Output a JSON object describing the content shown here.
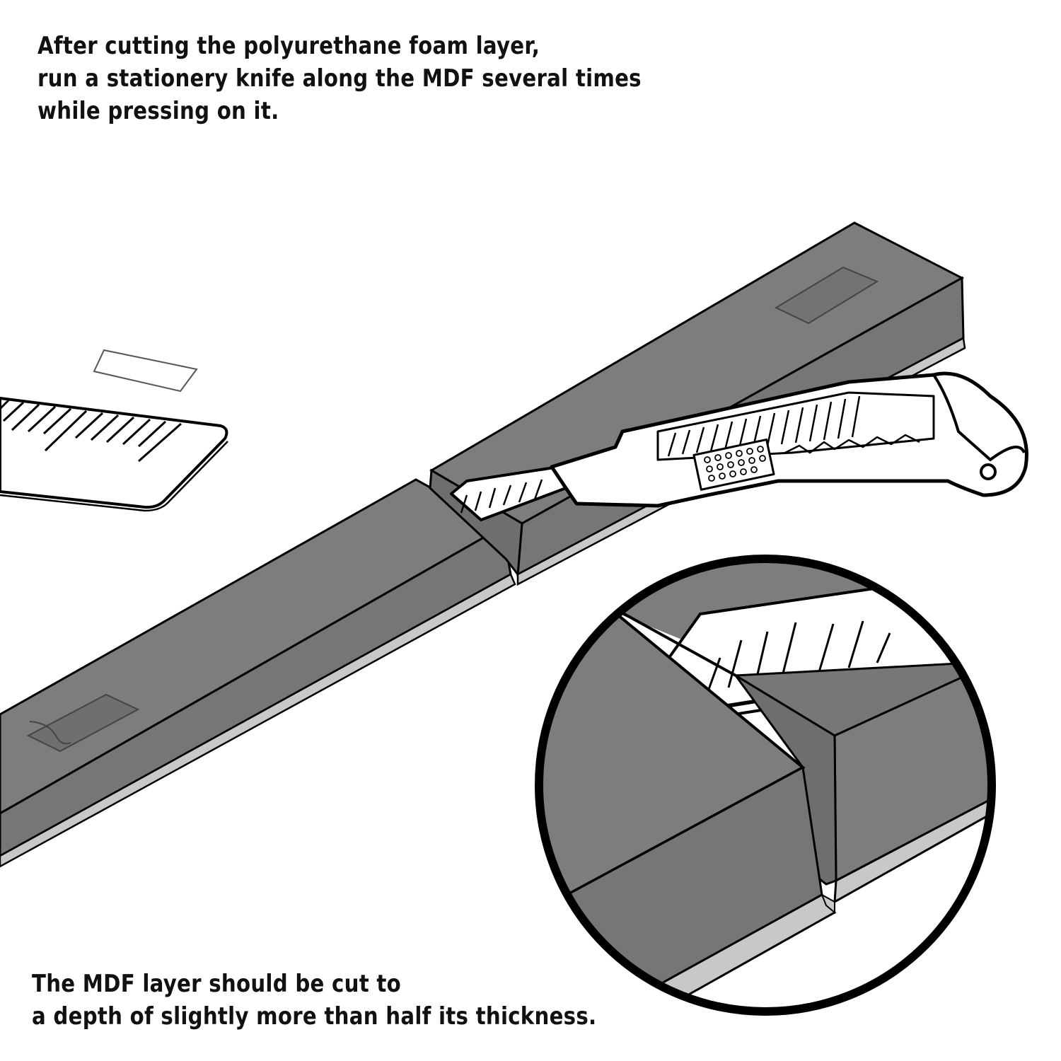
{
  "captions": {
    "top": {
      "lines": [
        "After cutting the polyurethane foam layer,",
        "run a stationery knife along the MDF several times",
        "while pressing on it."
      ]
    },
    "bottom": {
      "lines": [
        "The MDF layer should be cut to",
        "a depth of slightly more than half its thickness."
      ]
    }
  },
  "illustration": {
    "subject": "Cutting foam-backed MDF board with a snap-off utility knife",
    "elements": [
      "ruler",
      "tape-piece",
      "foam-board-left",
      "foam-board-right",
      "utility-knife",
      "magnified-detail-circle"
    ],
    "colors": {
      "foam": "#7d7d7d",
      "foam_dark": "#6e6e6e",
      "mdf_edge": "#c8c8c8",
      "outline": "#000000",
      "paper": "#ffffff"
    }
  }
}
